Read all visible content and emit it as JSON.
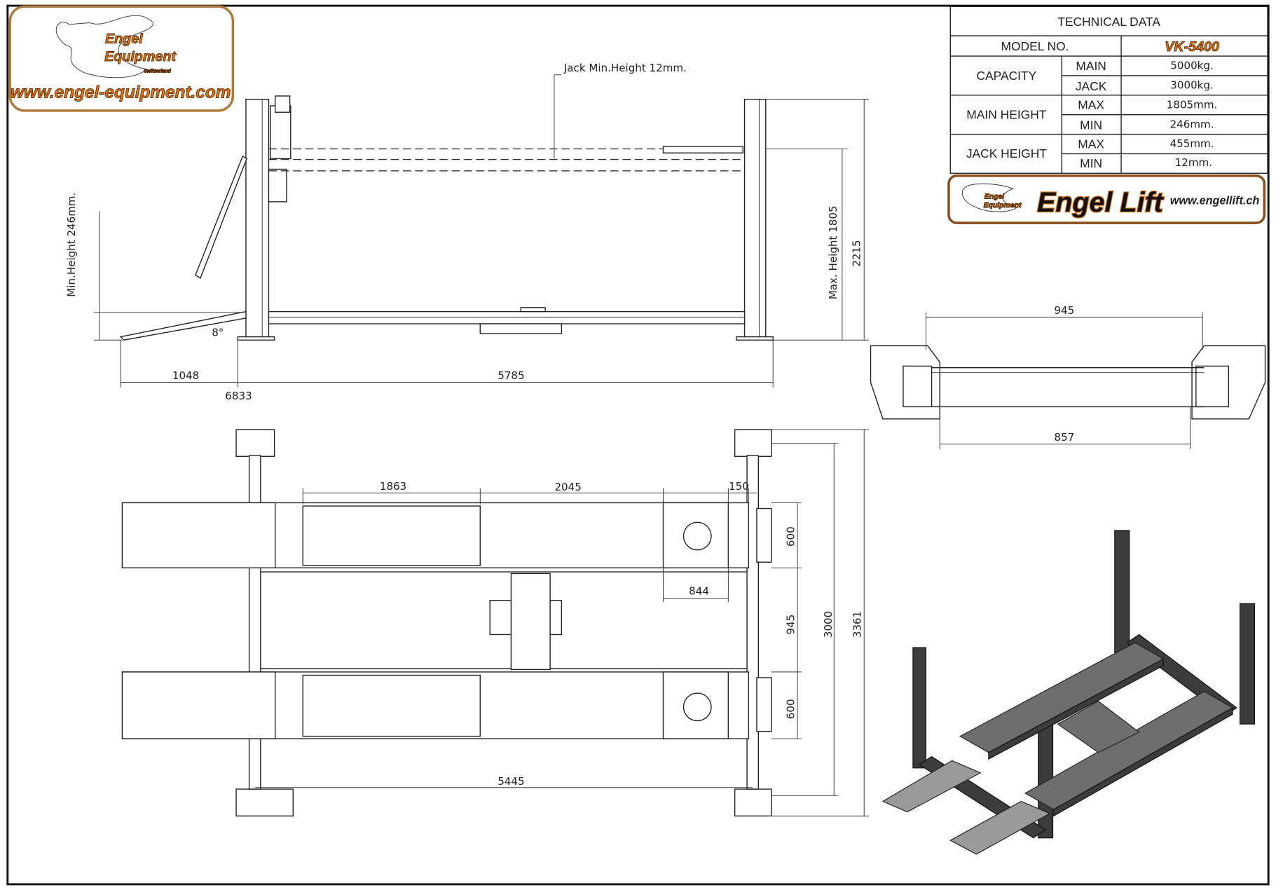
{
  "logo_left": {
    "line1": "Engel",
    "line2": "Equipment",
    "line3": "Switzerland",
    "url": "www.engel-equipment.com"
  },
  "tech_table": {
    "title": "TECHNICAL DATA",
    "model_label": "MODEL NO.",
    "model_value": "VK-5400",
    "rows": [
      {
        "group": "CAPACITY",
        "sub": "MAIN",
        "value": "5000kg."
      },
      {
        "group": "",
        "sub": "JACK",
        "value": "3000kg."
      },
      {
        "group": "MAIN HEIGHT",
        "sub": "MAX",
        "value": "1805mm."
      },
      {
        "group": "",
        "sub": "MIN",
        "value": "246mm."
      },
      {
        "group": "JACK HEIGHT",
        "sub": "MAX",
        "value": "455mm."
      },
      {
        "group": "",
        "sub": "MIN",
        "value": "12mm."
      }
    ]
  },
  "logo_right": {
    "small1": "Engel",
    "small2": "Equipment",
    "brand": "Engel Lift",
    "url": "www.engellift.ch"
  },
  "side_view": {
    "jack_min": "Jack Min.Height 12mm.",
    "min_height": "Min.Height 246mm.",
    "max_height": "Max. Height 1805",
    "total_height": "2215",
    "ramp_length": "1048",
    "lift_length": "5785",
    "overall_length": "6833",
    "angle": "8°"
  },
  "end_view": {
    "top_width": "945",
    "bottom_width": "857"
  },
  "plan_view": {
    "d1863": "1863",
    "d2045": "2045",
    "d150": "150",
    "d600a": "600",
    "d844": "844",
    "d945": "945",
    "d600b": "600",
    "d3000": "3000",
    "d3361": "3361",
    "d5445": "5445"
  }
}
